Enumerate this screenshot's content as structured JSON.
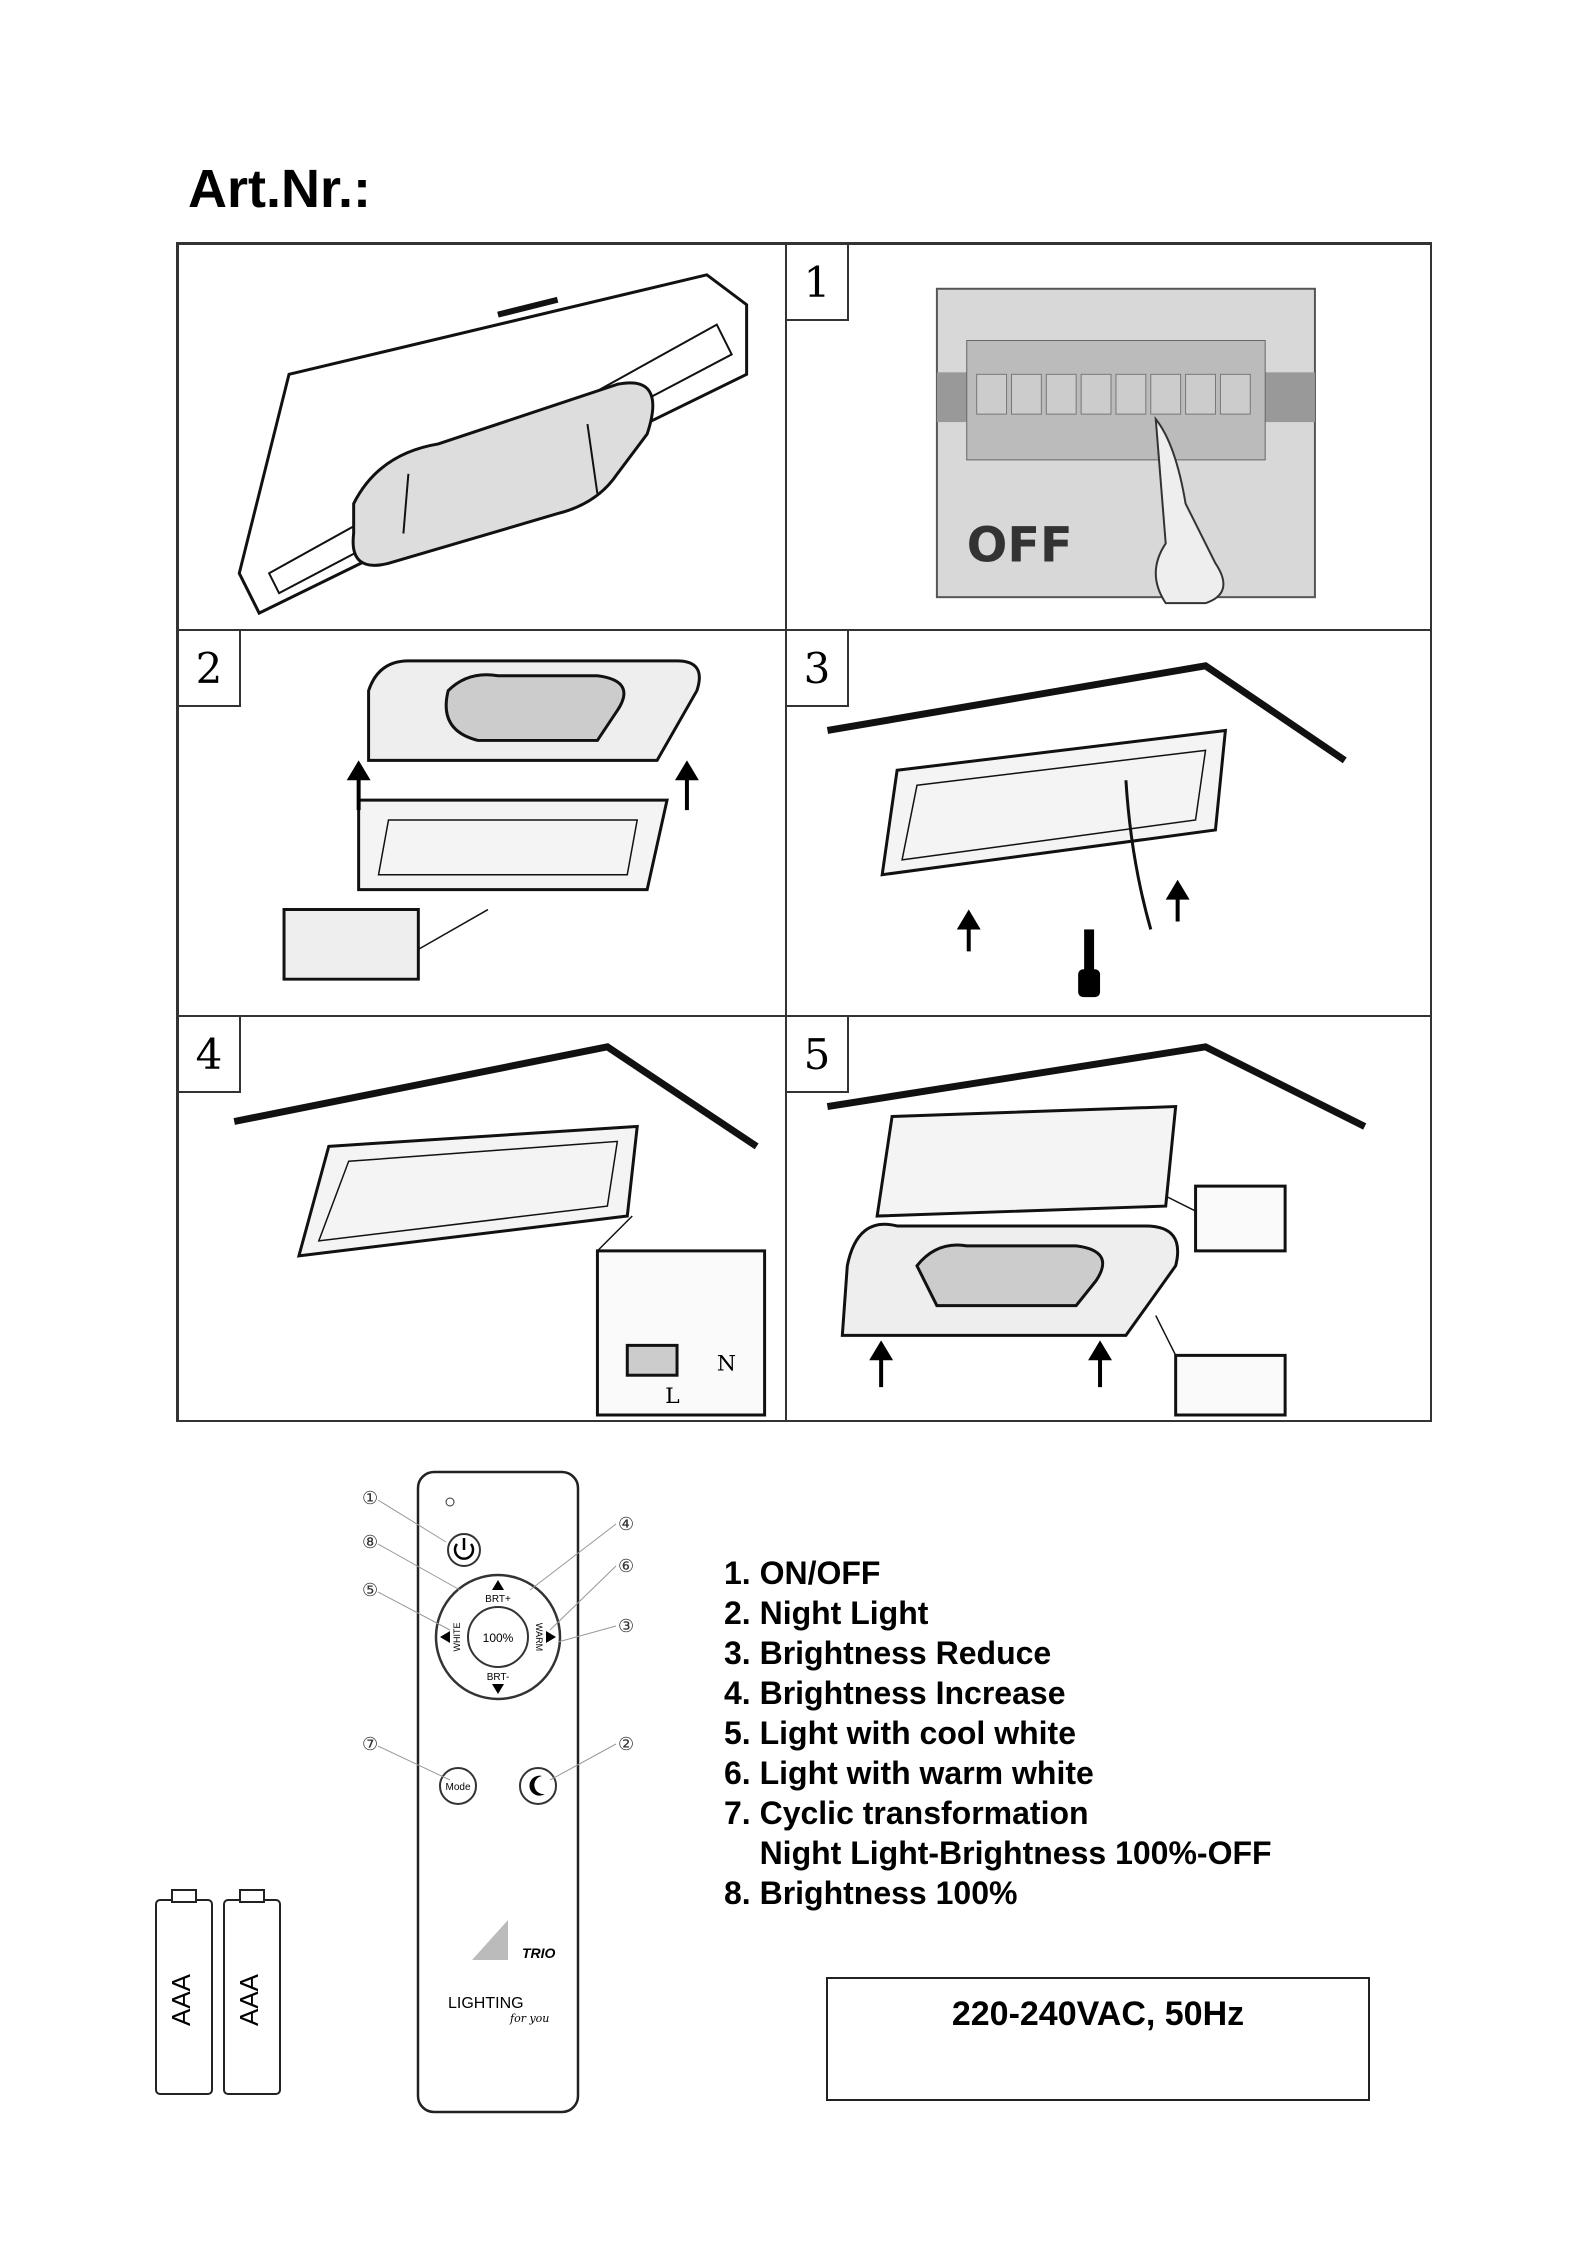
{
  "header": {
    "title": "Art.Nr.:"
  },
  "steps": [
    {
      "num": "1",
      "overlay_text": "OFF"
    },
    {
      "num": "2"
    },
    {
      "num": "3"
    },
    {
      "num": "4",
      "wire_l": "L",
      "wire_n": "N"
    },
    {
      "num": "5"
    }
  ],
  "remote": {
    "callouts": [
      "①",
      "⑧",
      "⑤",
      "⑦",
      "④",
      "⑥",
      "③",
      "②"
    ],
    "center_label": "100%",
    "brt_plus": "BRT+",
    "brt_minus": "BRT-",
    "white_label": "WHITE",
    "warm_label": "WARM",
    "mode_label": "Mode",
    "brand": "TRIO",
    "brand_line": "LIGHTING",
    "brand_tagline": "for you"
  },
  "batteries": [
    "AAA",
    "AAA"
  ],
  "legend": {
    "items": [
      "1. ON/OFF",
      "2. Night Light",
      "3. Brightness Reduce",
      "4. Brightness Increase",
      "5. Light with cool white",
      "6. Light with warm white",
      "7. Cyclic transformation",
      "    Night Light-Brightness 100%-OFF",
      "8. Brightness 100%"
    ]
  },
  "spec": {
    "voltage": "220-240VAC, 50Hz"
  }
}
